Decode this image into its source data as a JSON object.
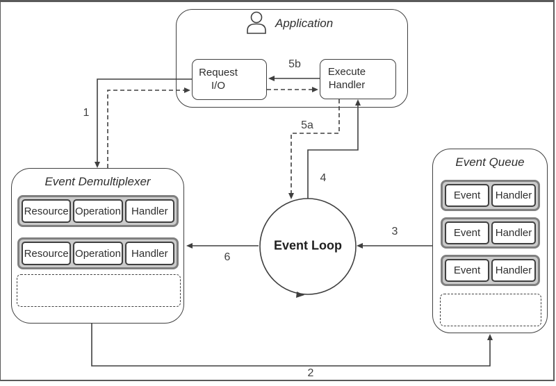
{
  "palette": {
    "line": "#3f3f3f",
    "container_fill": "#cbcbcb",
    "container_border": "#7f7f7f",
    "frame": "#5a5a5a",
    "background": "#ffffff"
  },
  "application": {
    "title": "Application",
    "request_io": {
      "line1": "Request",
      "line2": "I/O"
    },
    "execute_handler": {
      "line1": "Execute",
      "line2": "Handler"
    }
  },
  "event_demultiplexer": {
    "title": "Event Demultiplexer",
    "rows": [
      {
        "resource": "Resource",
        "operation": "Operation",
        "handler": "Handler"
      },
      {
        "resource": "Resource",
        "operation": "Operation",
        "handler": "Handler"
      }
    ]
  },
  "event_queue": {
    "title": "Event Queue",
    "rows": [
      {
        "event": "Event",
        "handler": "Handler"
      },
      {
        "event": "Event",
        "handler": "Handler"
      },
      {
        "event": "Event",
        "handler": "Handler"
      }
    ]
  },
  "event_loop": {
    "label": "Event Loop"
  },
  "arrow_labels": {
    "s1": "1",
    "s2": "2",
    "s3": "3",
    "s4": "4",
    "s5a": "5a",
    "s5b": "5b",
    "s6": "6"
  },
  "icons": {
    "application_user": "person-icon",
    "request_task": "lightning-icon",
    "handler_task": "lightning-icon"
  }
}
